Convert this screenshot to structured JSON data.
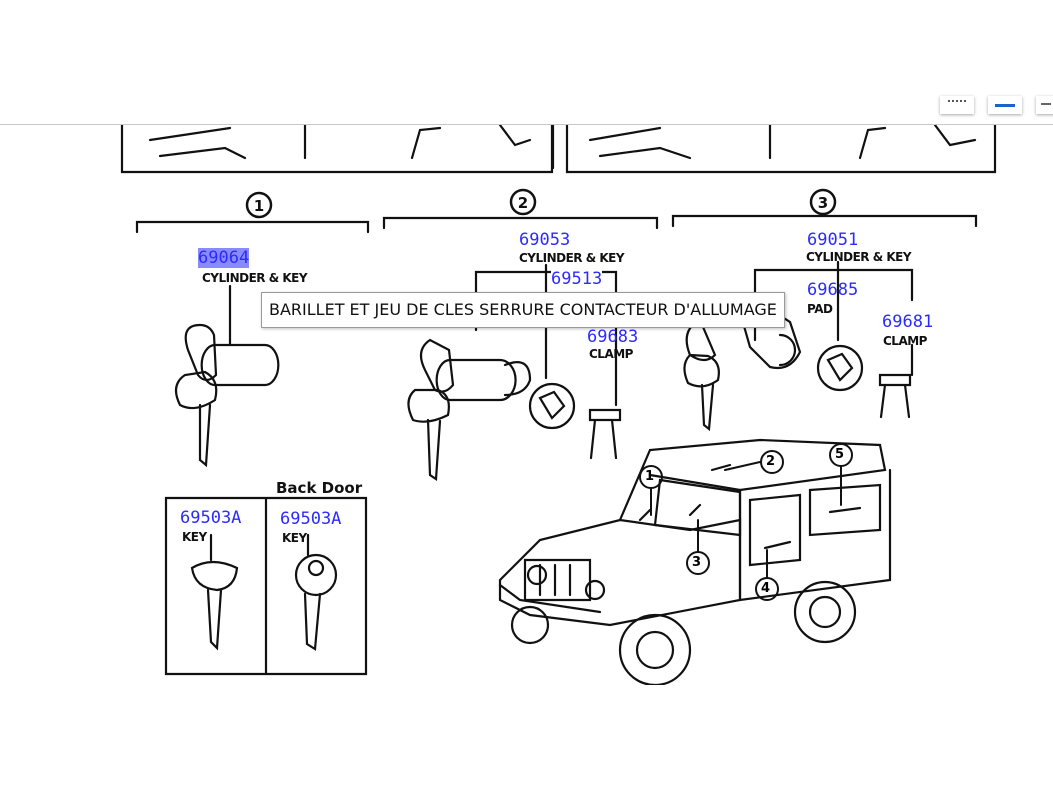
{
  "toolbar": {
    "icons": [
      "translate-icon",
      "highlight-icon",
      "menu-icon"
    ]
  },
  "sections": [
    {
      "number": "1"
    },
    {
      "number": "2"
    },
    {
      "number": "3"
    }
  ],
  "parts": [
    {
      "number": "69064",
      "label": "CYLINDER & KEY",
      "selected": true
    },
    {
      "number": "69053",
      "label": "CYLINDER & KEY"
    },
    {
      "number": "69513"
    },
    {
      "number": "69683",
      "label": "CLAMP"
    },
    {
      "number": "69051",
      "label": "CYLINDER & KEY"
    },
    {
      "number": "69685",
      "label": "PAD"
    },
    {
      "number": "69681",
      "label": "CLAMP"
    },
    {
      "number": "69503A",
      "label": "KEY"
    },
    {
      "number": "69503A",
      "label": "KEY"
    }
  ],
  "back_door_label": "Back Door",
  "vehicle_callouts": [
    "1",
    "2",
    "3",
    "4",
    "5"
  ],
  "tooltip": "BARILLET ET JEU DE CLES SERRURE CONTACTEUR D'ALLUMAGE",
  "colors": {
    "link": "#2b2bff",
    "selection": "#8a8aff"
  }
}
